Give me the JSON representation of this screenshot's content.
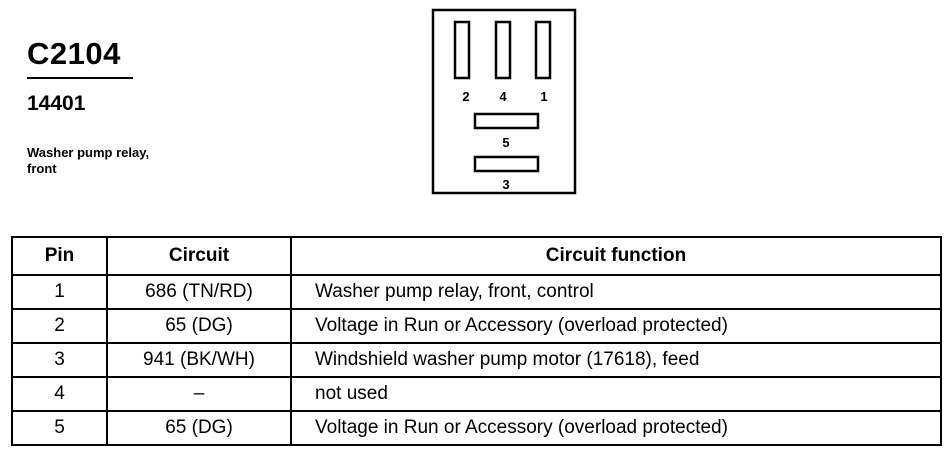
{
  "connector": {
    "id": "C2104",
    "part_number": "14401",
    "description_line1": "Washer pump relay,",
    "description_line2": "front"
  },
  "diagram": {
    "pin_labels": {
      "p2": "2",
      "p4": "4",
      "p1": "1",
      "p5": "5",
      "p3": "3"
    }
  },
  "table": {
    "headers": {
      "pin": "Pin",
      "circuit": "Circuit",
      "function": "Circuit function"
    },
    "rows": [
      {
        "pin": "1",
        "circuit": "686 (TN/RD)",
        "function": "Washer pump relay, front, control"
      },
      {
        "pin": "2",
        "circuit": "65 (DG)",
        "function": "Voltage in Run or Accessory (overload protected)"
      },
      {
        "pin": "3",
        "circuit": "941 (BK/WH)",
        "function": "Windshield washer pump motor (17618), feed"
      },
      {
        "pin": "4",
        "circuit": "–",
        "function": "not used"
      },
      {
        "pin": "5",
        "circuit": "65 (DG)",
        "function": "Voltage in Run or Accessory (overload protected)"
      }
    ]
  }
}
